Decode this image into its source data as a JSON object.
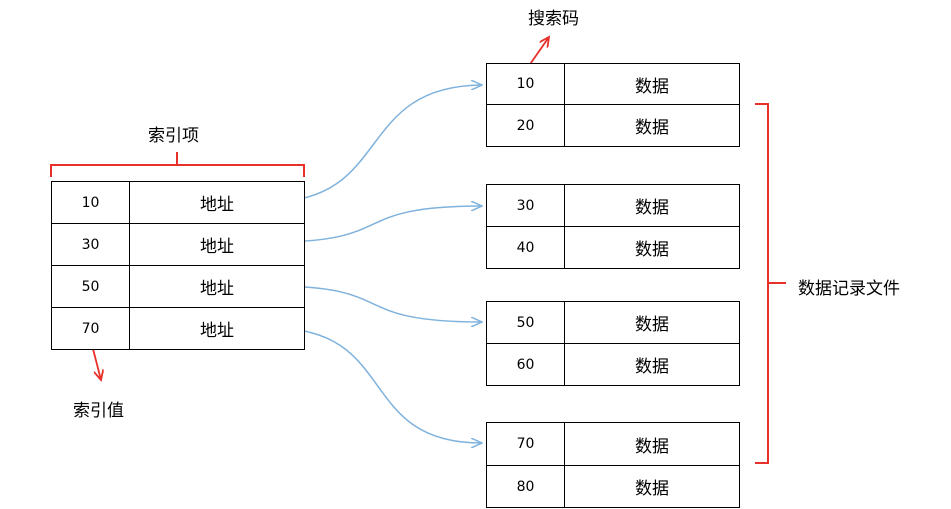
{
  "colors": {
    "accent": "#e8302a",
    "arrow": "#7fb2dc",
    "border": "#000000"
  },
  "labels": {
    "search_key": "搜索码",
    "index_entry": "索引项",
    "index_value": "索引值",
    "data_file": "数据记录文件"
  },
  "index_table": {
    "rows": [
      {
        "key": "10",
        "value": "地址"
      },
      {
        "key": "30",
        "value": "地址"
      },
      {
        "key": "50",
        "value": "地址"
      },
      {
        "key": "70",
        "value": "地址"
      }
    ]
  },
  "data_blocks": [
    {
      "rows": [
        {
          "key": "10",
          "value": "数据"
        },
        {
          "key": "20",
          "value": "数据"
        }
      ]
    },
    {
      "rows": [
        {
          "key": "30",
          "value": "数据"
        },
        {
          "key": "40",
          "value": "数据"
        }
      ]
    },
    {
      "rows": [
        {
          "key": "50",
          "value": "数据"
        },
        {
          "key": "60",
          "value": "数据"
        }
      ]
    },
    {
      "rows": [
        {
          "key": "70",
          "value": "数据"
        },
        {
          "key": "80",
          "value": "数据"
        }
      ]
    }
  ]
}
